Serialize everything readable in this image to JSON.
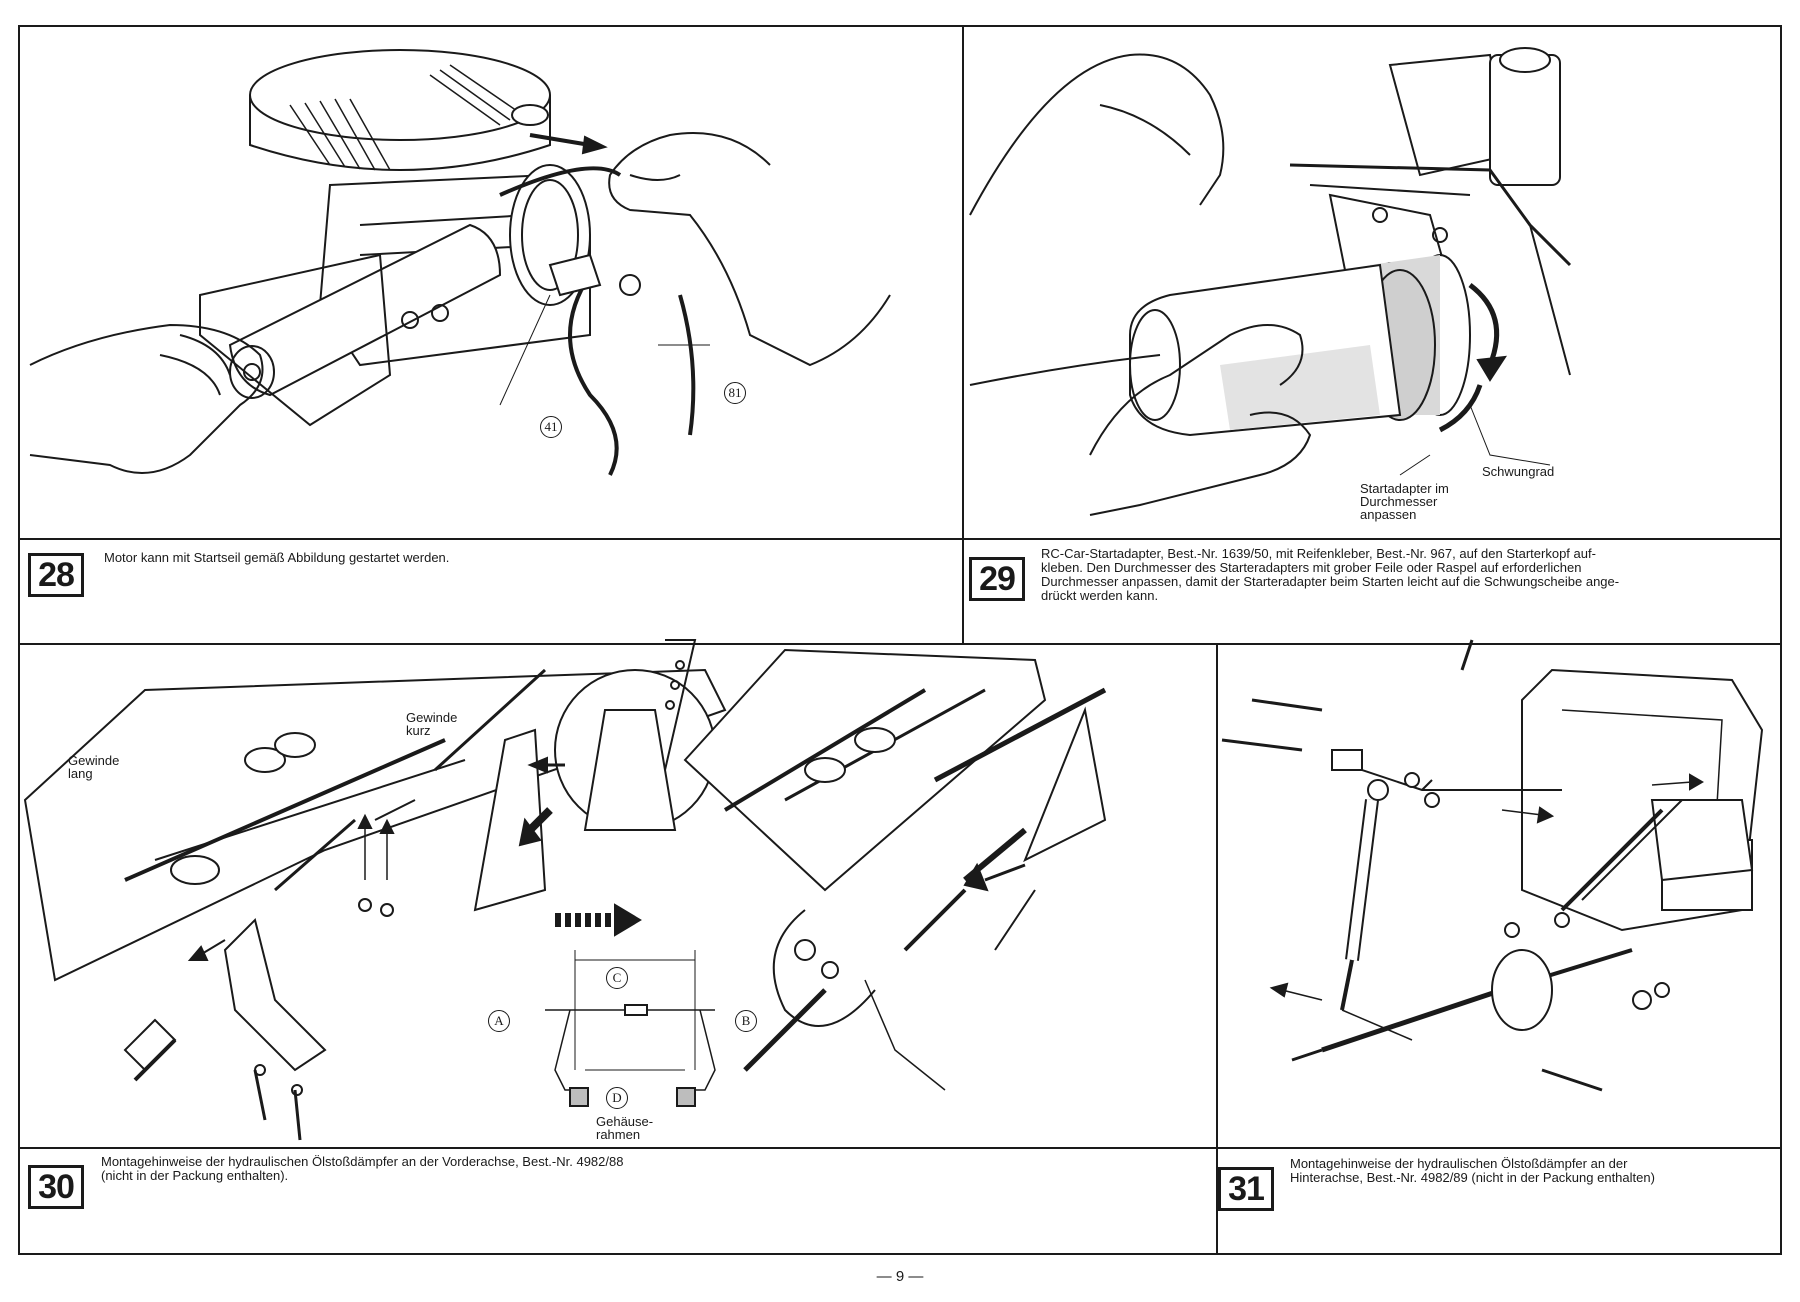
{
  "steps": [
    {
      "number": "28",
      "caption": "Motor kann mit Startseil gemäß Abbildung gestartet werden.",
      "callouts": [
        "41",
        "81"
      ]
    },
    {
      "number": "29",
      "caption": "RC-Car-Startadapter, Best.-Nr. 1639/50, mit Reifenkleber, Best.-Nr. 967, auf den Starterkopf auf-\nkleben. Den Durchmesser des Starteradapters mit grober Feile oder Raspel auf erforderlichen\nDurchmesser anpassen, damit der Starteradapter beim Starten leicht auf die Schwungscheibe ange-\ndrückt werden kann.",
      "labels": {
        "flywheel": "Schwungrad",
        "adapter": "Startadapter im\nDurchmesser\nanpassen"
      }
    },
    {
      "number": "30",
      "caption": "Montagehinweise der hydraulischen Ölstoßdämpfer an der Vorderachse, Best.-Nr. 4982/88\n(nicht in der Packung enthalten).",
      "labels": {
        "thread_short": "Gewinde\nkurz",
        "thread_long": "Gewinde\nlang",
        "housing_frame": "Gehäuse-\nrahmen",
        "dim_a": "A",
        "dim_b": "B",
        "dim_c": "C",
        "dim_d": "D"
      }
    },
    {
      "number": "31",
      "caption": "Montagehinweise der hydraulischen Ölstoßdämpfer an der\nHinterachse, Best.-Nr. 4982/89 (nicht in der Packung enthalten)"
    }
  ],
  "page_number": "— 9 —",
  "colors": {
    "ink": "#1a1a1a",
    "paper": "#ffffff",
    "shade": "#bdbdbd"
  }
}
